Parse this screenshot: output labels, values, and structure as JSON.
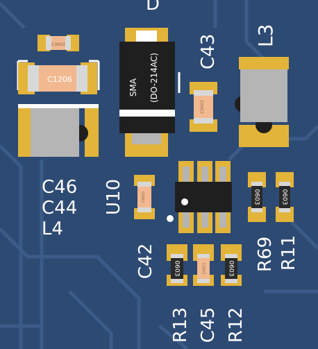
{
  "colors": {
    "board": "#2d4a73",
    "trace": "#3b5b88",
    "pad": "#e3b43a",
    "silkscreen": "#ffffff",
    "ic_body": "#1f1f1f",
    "inductor_body": "#b5b5b5",
    "capacitor_body": "#f2b990"
  },
  "designators": {
    "d_partial": "D",
    "c43": "C43",
    "l3": "L3",
    "c46": "C46",
    "c44": "C44",
    "l4": "L4",
    "u10": "U10",
    "c42": "C42",
    "r69": "R69",
    "r11": "R11",
    "r13": "R13",
    "c45": "C45",
    "r12": "R12"
  },
  "package_labels": {
    "cap_top": "C0603",
    "c1206": "C1206",
    "sma": "SMA",
    "do214ac": "(DO-214AC)",
    "cap_c43": "C0603",
    "cap_c42": "C0603",
    "r69": "0603",
    "r11": "0603",
    "r13": "0603",
    "c45": "C0603",
    "r12": "0603"
  }
}
